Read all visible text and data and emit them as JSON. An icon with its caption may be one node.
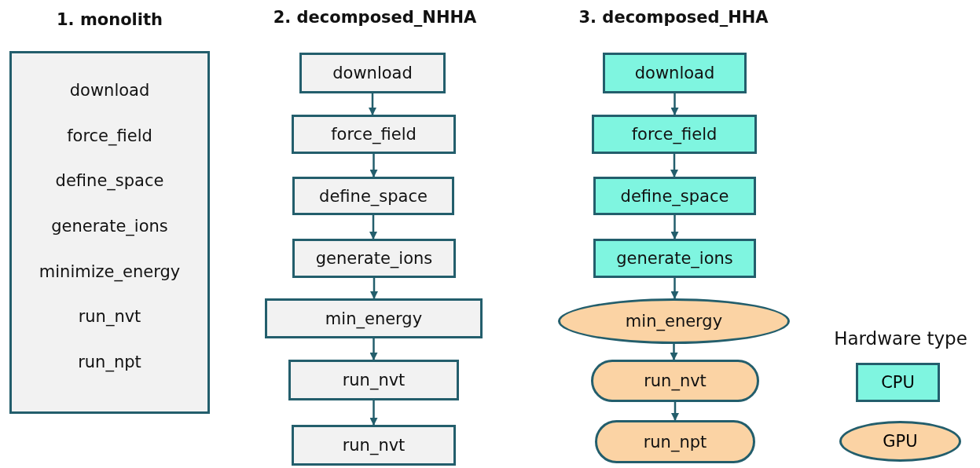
{
  "diagram": {
    "nodes": [
      {
        "text": [
          "1. monolith",
          "download",
          "force_field",
          "define_space",
          "generate_ions",
          "minimize_energy",
          "run_nvt",
          "run_npt"
        ]
      },
      {
        "text": [
          "download"
        ]
      },
      {
        "text": [
          "force_field"
        ]
      },
      {
        "text": [
          "define_space"
        ]
      },
      {
        "text": [
          "generate_ions"
        ]
      },
      {
        "text": [
          "min_energy"
        ]
      },
      {
        "text": [
          "run_nvt"
        ]
      },
      {
        "text": [
          "run_nvt"
        ]
      },
      {
        "text": [
          "download"
        ]
      },
      {
        "text": [
          "force_field"
        ]
      },
      {
        "text": [
          "define_space"
        ]
      },
      {
        "text": [
          "generate_ions"
        ]
      },
      {
        "text": [
          "min_energy"
        ]
      },
      {
        "text": [
          "run_nvt"
        ]
      },
      {
        "text": [
          "run_npt"
        ]
      }
    ],
    "edges": [
      {
        "from": 1,
        "to": 2,
        "arrow": "to"
      },
      {
        "from": 2,
        "to": 3,
        "arrow": "to"
      },
      {
        "from": 3,
        "to": 4,
        "arrow": "to"
      },
      {
        "from": 4,
        "to": 5,
        "arrow": "to"
      },
      {
        "from": 5,
        "to": 6,
        "arrow": "to"
      },
      {
        "from": 6,
        "to": 7,
        "arrow": "to"
      },
      {
        "from": 8,
        "to": 9,
        "arrow": "to"
      },
      {
        "from": 9,
        "to": 10,
        "arrow": "to"
      },
      {
        "from": 10,
        "to": 11,
        "arrow": "to"
      },
      {
        "from": 11,
        "to": 12,
        "arrow": "to"
      },
      {
        "from": 12,
        "to": 13,
        "arrow": "to"
      },
      {
        "from": 13,
        "to": 14,
        "arrow": "to"
      }
    ],
    "labels": [
      "2. decomposed_NHHA",
      "3. decomposed_HHA",
      "Hardware type"
    ],
    "legend": [
      {
        "text": "CPU",
        "color": "#7ff5e0"
      },
      {
        "text": "GPU",
        "color": "#fbd3a4"
      }
    ]
  }
}
